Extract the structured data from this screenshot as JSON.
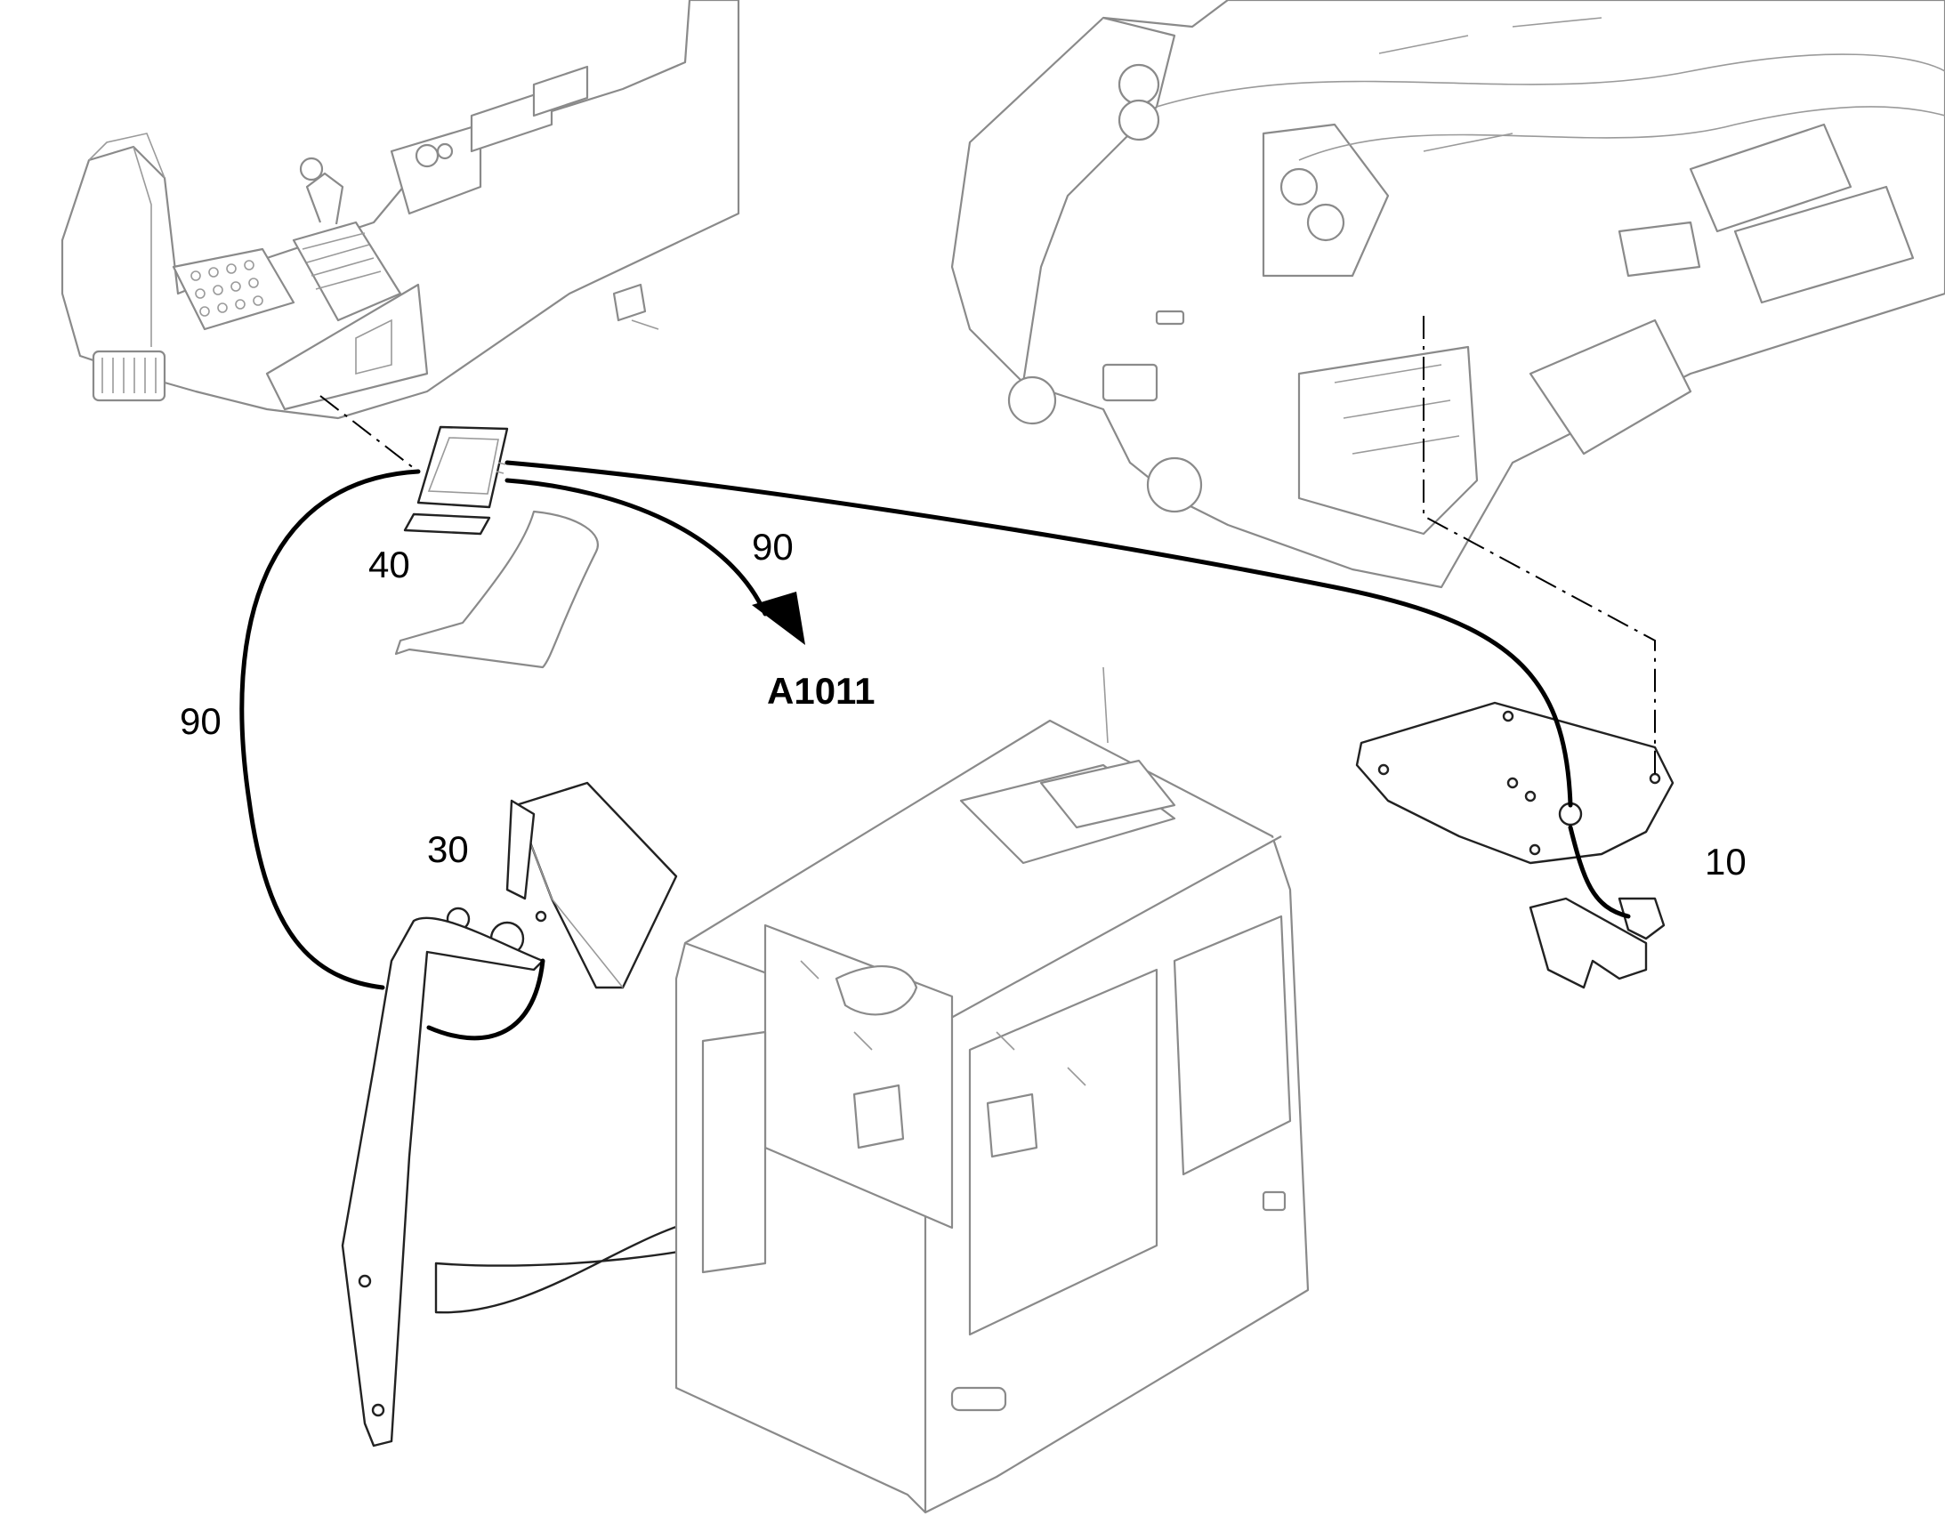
{
  "callouts": {
    "item_10": "10",
    "item_30": "30",
    "item_40": "40",
    "item_90_left": "90",
    "item_90_right": "90",
    "ref_a1011": "A1011"
  },
  "colors": {
    "line_art": "#8a8a8a",
    "cable": "#000000",
    "background": "#ffffff"
  }
}
